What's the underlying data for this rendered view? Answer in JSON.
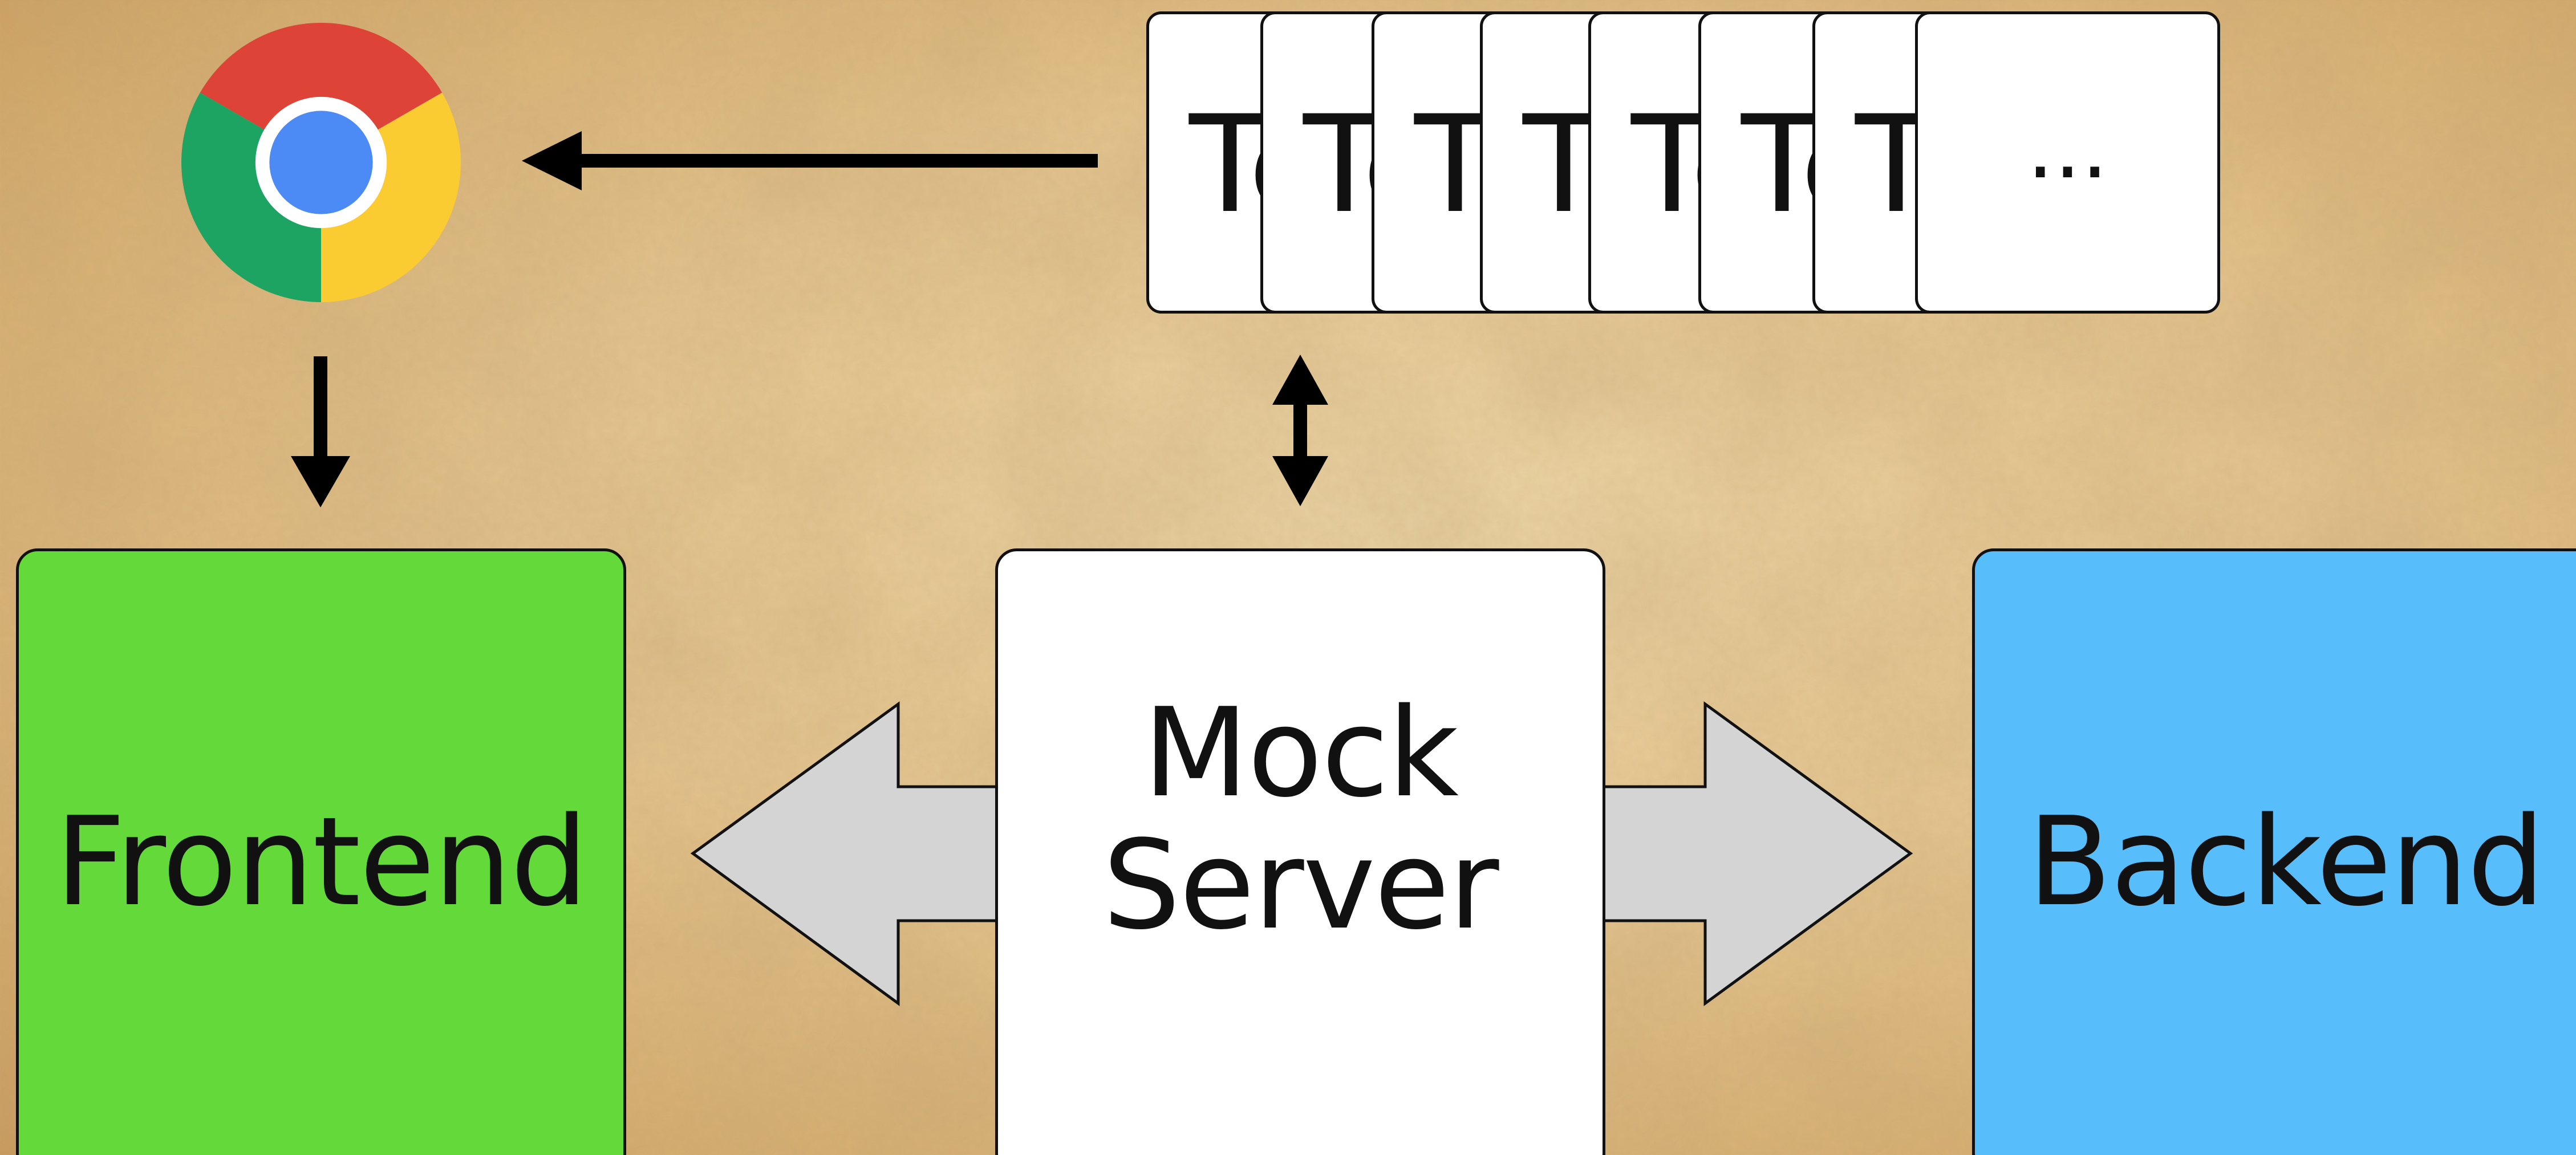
{
  "diagram": {
    "nodes": {
      "frontend": {
        "label": "Frontend",
        "fill": "#63d93a"
      },
      "mock_server": {
        "label_line1": "Mock",
        "label_line2": "Server",
        "fill": "#ffffff"
      },
      "backend": {
        "label": "Backend",
        "fill": "#58bdfb"
      }
    },
    "test_cards": {
      "labels": [
        "Te",
        "Te",
        "T",
        "T",
        "Te",
        "Te",
        "T"
      ],
      "more": "..."
    },
    "browser": {
      "icon": "chrome-icon"
    },
    "colors": {
      "background": "#e8c890",
      "outline": "#111111",
      "connector_arrow": "#d4d4d4"
    }
  }
}
